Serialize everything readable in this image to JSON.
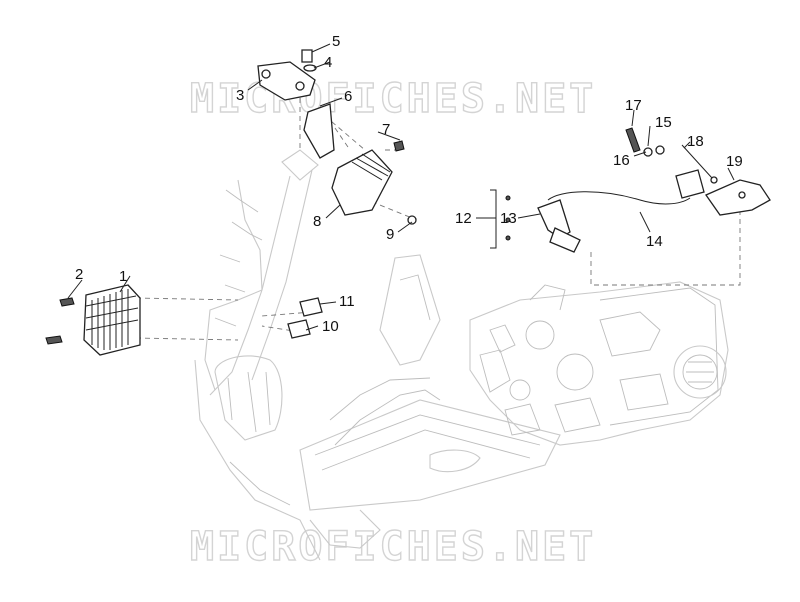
{
  "watermark": {
    "top": "MICROFICHES.NET",
    "bottom": "MICROFICHES.NET"
  },
  "callouts": [
    {
      "id": "1",
      "text": "1"
    },
    {
      "id": "2",
      "text": "2"
    },
    {
      "id": "3",
      "text": "3"
    },
    {
      "id": "4",
      "text": "4"
    },
    {
      "id": "5",
      "text": "5"
    },
    {
      "id": "6",
      "text": "6"
    },
    {
      "id": "7",
      "text": "7"
    },
    {
      "id": "8",
      "text": "8"
    },
    {
      "id": "9",
      "text": "9"
    },
    {
      "id": "10",
      "text": "10"
    },
    {
      "id": "11",
      "text": "11"
    },
    {
      "id": "12",
      "text": "12"
    },
    {
      "id": "13",
      "text": "13"
    },
    {
      "id": "14",
      "text": "14"
    },
    {
      "id": "15",
      "text": "15"
    },
    {
      "id": "16",
      "text": "16"
    },
    {
      "id": "17",
      "text": "17"
    },
    {
      "id": "18",
      "text": "18"
    },
    {
      "id": "19",
      "text": "19"
    }
  ]
}
